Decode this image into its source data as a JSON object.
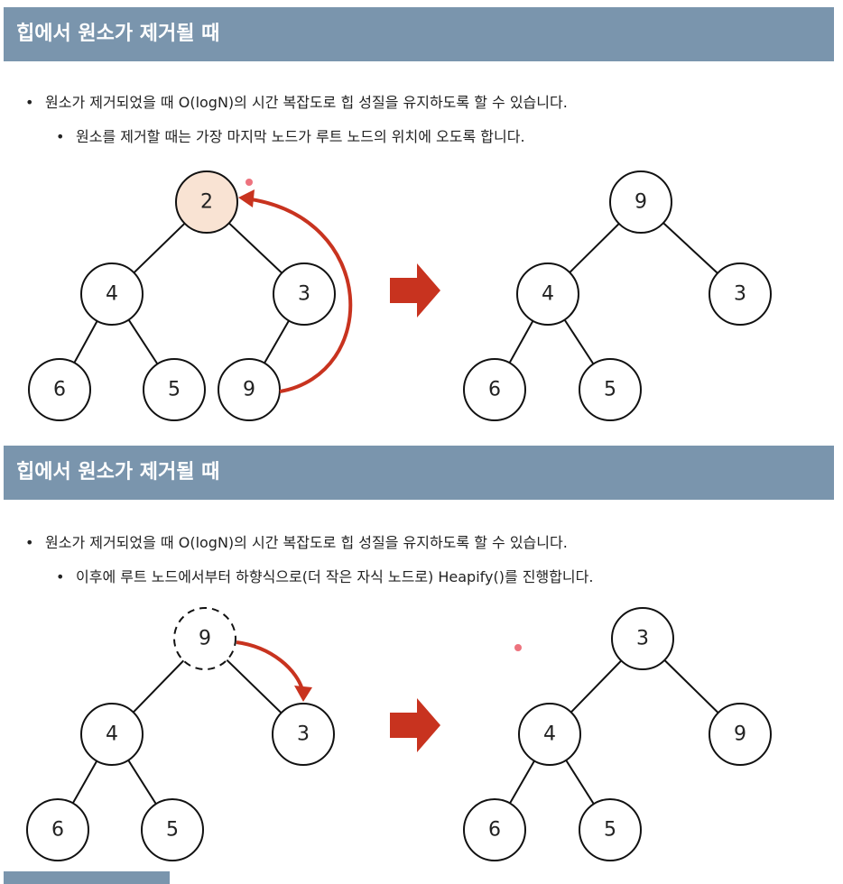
{
  "sections": [
    {
      "title": "힙에서 원소가 제거될 때",
      "bullet1": "원소가 제거되었을 때 O(logN)의 시간 복잡도로 힙 성질을 유지하도록 할 수 있습니다.",
      "bullet2": "원소를 제거할 때는 가장 마지막 노드가 루트 노드의 위치에 오도록 합니다.",
      "before_tree": {
        "root": "2",
        "left": "4",
        "right": "3",
        "ll": "6",
        "lr": "5",
        "rl": "9"
      },
      "after_tree": {
        "root": "9",
        "left": "4",
        "right": "3",
        "ll": "6",
        "lr": "5"
      }
    },
    {
      "title": "힙에서 원소가 제거될 때",
      "bullet1": "원소가 제거되었을 때 O(logN)의 시간 복잡도로 힙 성질을 유지하도록 할 수 있습니다.",
      "bullet2": "이후에 루트 노드에서부터 하향식으로(더 작은 자식 노드로) Heapify()를 진행합니다.",
      "before_tree": {
        "root": "9",
        "left": "4",
        "right": "3",
        "ll": "6",
        "lr": "5"
      },
      "after_tree": {
        "root": "3",
        "left": "4",
        "right": "9",
        "ll": "6",
        "lr": "5"
      }
    }
  ],
  "colors": {
    "banner": "#7a95ad",
    "highlight_fill": "#f9e3d3",
    "arrow_red": "#c8331f",
    "edge": "#111111"
  }
}
